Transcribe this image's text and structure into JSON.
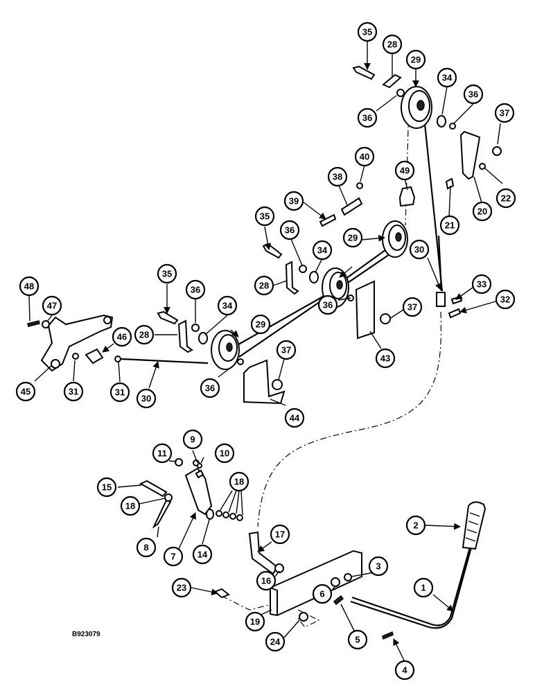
{
  "figure_id": "B923079",
  "callouts": [
    "35",
    "28",
    "29",
    "36",
    "34",
    "36",
    "37",
    "40",
    "49",
    "38",
    "39",
    "21",
    "20",
    "22",
    "35",
    "36",
    "34",
    "29",
    "30",
    "33",
    "32",
    "28",
    "37",
    "43",
    "35",
    "36",
    "34",
    "48",
    "47",
    "29",
    "28",
    "46",
    "36",
    "37",
    "45",
    "31",
    "31",
    "30",
    "36",
    "44",
    "9",
    "11",
    "10",
    "15",
    "18",
    "18",
    "8",
    "7",
    "14",
    "17",
    "2",
    "16",
    "3",
    "1",
    "23",
    "6",
    "19",
    "5",
    "24",
    "4"
  ]
}
